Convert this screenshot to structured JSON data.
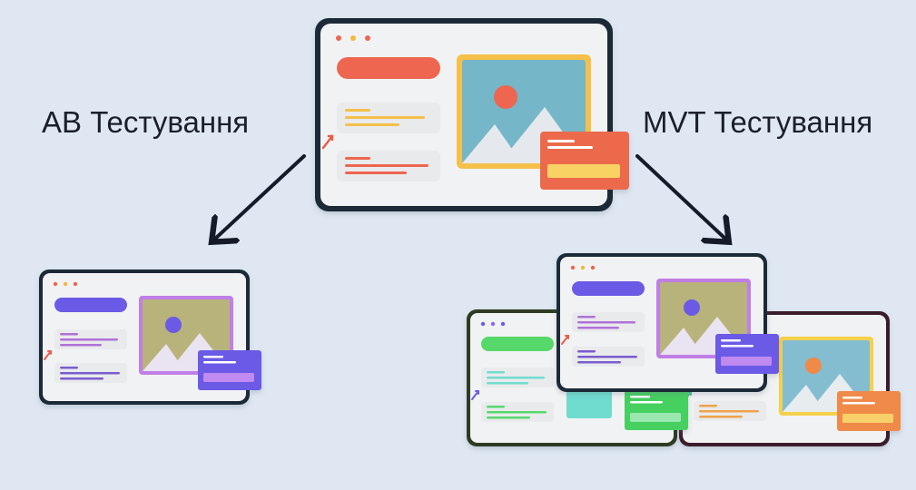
{
  "labels": {
    "ab_testing": "AB Тестування",
    "mvt_testing": "MVT Тестування"
  },
  "colors": {
    "background": "#dfe8f2",
    "frame": "#1c2b38",
    "screen": "#f1f2f3",
    "arrow": "#161b29",
    "original_accent": "#ee6650",
    "ab_variant_accent": "#6a5ae6",
    "mvt_green_accent": "#57d86a",
    "mvt_orange_accent": "#f0a24a"
  },
  "icons": [
    "browser-window",
    "image-placeholder",
    "cursor-arrow",
    "popup-card"
  ]
}
